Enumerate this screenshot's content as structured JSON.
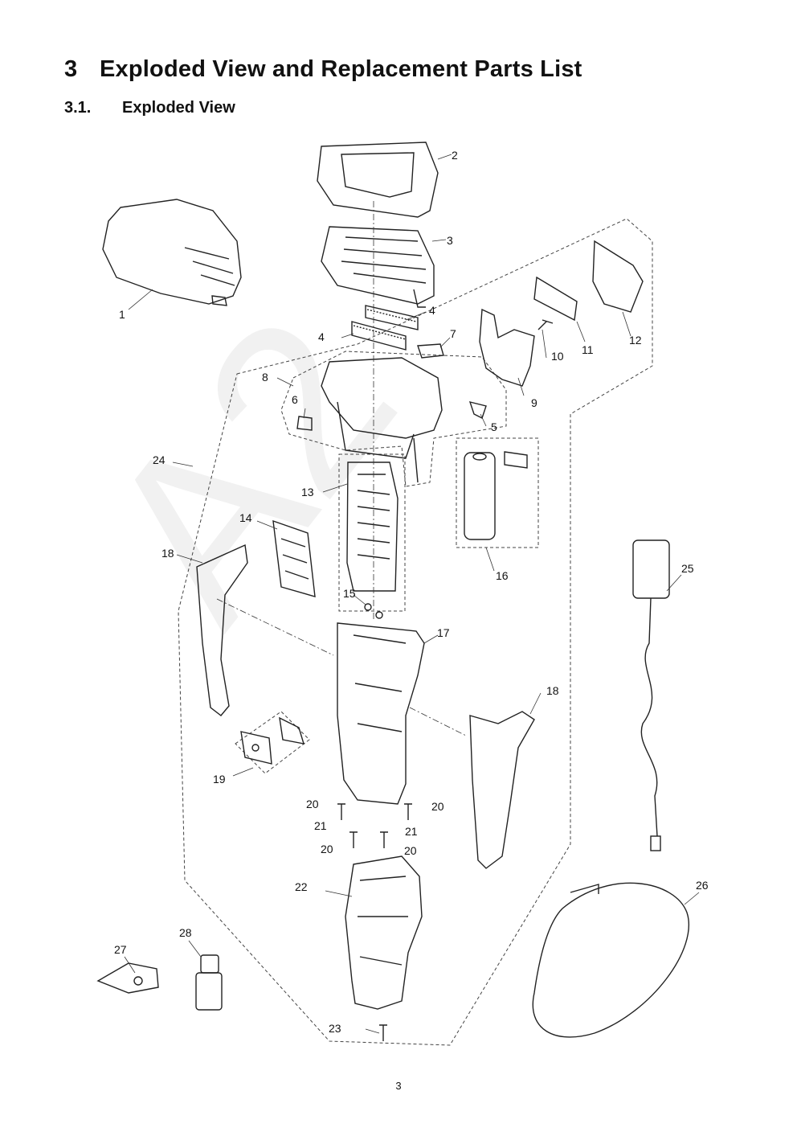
{
  "heading": {
    "number": "3",
    "title": "Exploded View and Replacement Parts List"
  },
  "subheading": {
    "number": "3.1.",
    "title": "Exploded View"
  },
  "callouts": [
    "1",
    "2",
    "3",
    "4",
    "4",
    "5",
    "6",
    "7",
    "8",
    "9",
    "10",
    "11",
    "12",
    "13",
    "14",
    "15",
    "16",
    "17",
    "18",
    "18",
    "19",
    "20",
    "20",
    "20",
    "20",
    "21",
    "21",
    "22",
    "23",
    "24",
    "25",
    "26",
    "27",
    "28"
  ],
  "page_number": "3"
}
